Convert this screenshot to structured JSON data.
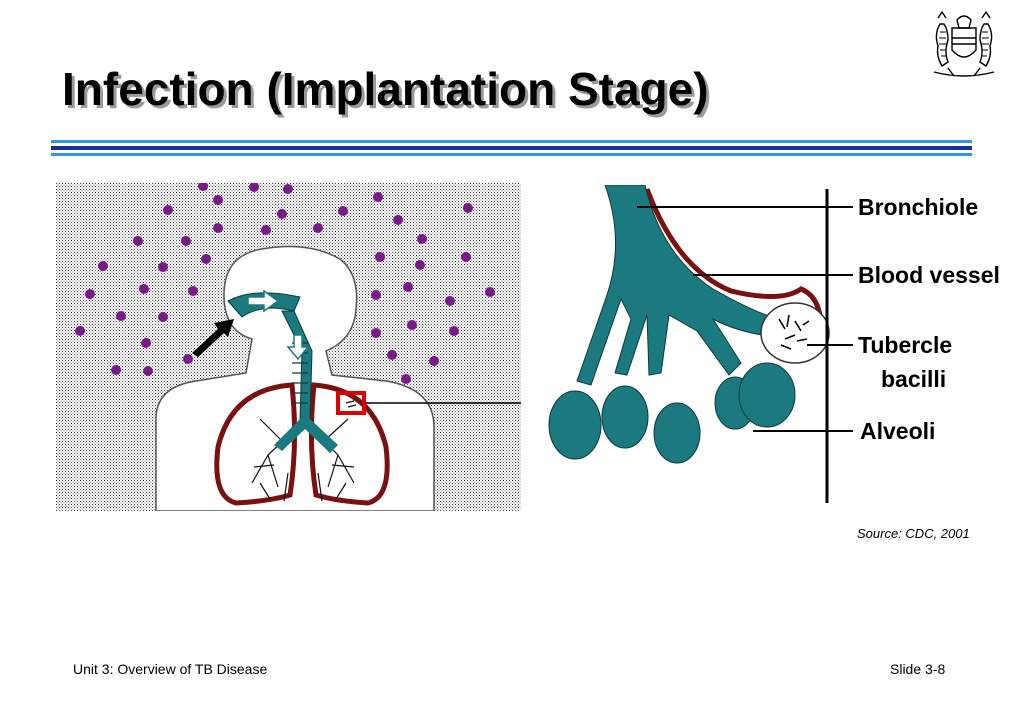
{
  "slide": {
    "title": "Infection (Implantation Stage)",
    "source": "Source: CDC, 2001",
    "footer_left": "Unit 3: Overview of TB Disease",
    "footer_right": "Slide 3-8"
  },
  "diagram": {
    "labels": {
      "bronchiole": "Bronchiole",
      "blood_vessel": "Blood vessel",
      "tubercle_line1": "Tubercle",
      "tubercle_line2": "bacilli",
      "alveoli": "Alveoli"
    }
  },
  "colors": {
    "title_shadow": "#9a9a9a",
    "rule_light": "#3399dd",
    "rule_dark": "#1a2f99",
    "airway_teal": "#1a7a7f",
    "blood_red": "#7a1010",
    "droplet_purple": "#7a1a8a",
    "highlight_red": "#e00000"
  },
  "icons": {
    "emblem": "coat-of-arms-icon"
  }
}
